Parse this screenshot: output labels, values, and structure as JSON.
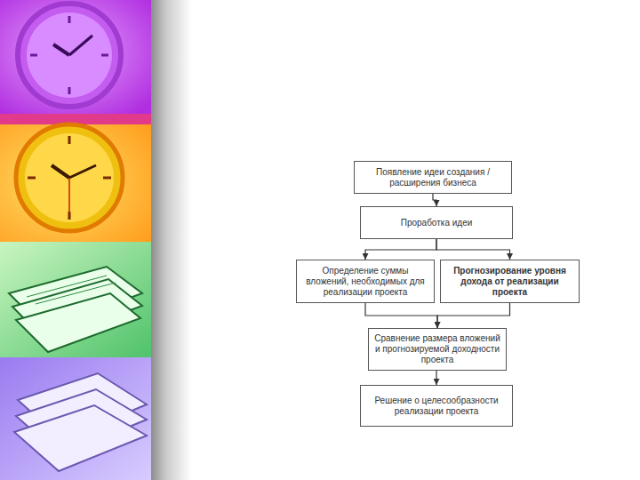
{
  "diagram": {
    "nodes": [
      {
        "text": [
          "Появление идеи создания / расширения бизнеса"
        ]
      },
      {
        "text": [
          "Проработка идеи"
        ]
      },
      {
        "text": [
          "Определение суммы вложений, необходимых для реализации проекта"
        ]
      },
      {
        "text": [
          "Прогнозирование уровня дохода от реализации проекта"
        ]
      },
      {
        "text": [
          "Сравнение размера вложений и прогнозируемой доходности проекта"
        ]
      },
      {
        "text": [
          "Решение о целесообразности реализации проекта"
        ]
      }
    ],
    "edges": [
      {
        "from": 0,
        "to": 1,
        "arrow": "to"
      },
      {
        "from": 1,
        "to": 2,
        "arrow": "to"
      },
      {
        "from": 1,
        "to": 3,
        "arrow": "to"
      },
      {
        "from": 2,
        "to": 4,
        "arrow": "to"
      },
      {
        "from": 3,
        "to": 4,
        "arrow": "to"
      },
      {
        "from": 4,
        "to": 5,
        "arrow": "to"
      }
    ]
  }
}
